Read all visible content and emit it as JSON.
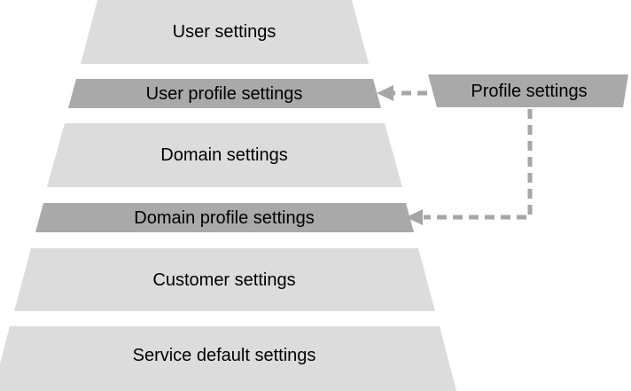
{
  "diagram": {
    "type": "layered-pyramid",
    "layers": [
      {
        "label": "User settings",
        "tone": "light"
      },
      {
        "label": "User profile settings",
        "tone": "dark"
      },
      {
        "label": "Domain settings",
        "tone": "light"
      },
      {
        "label": "Domain profile settings",
        "tone": "dark"
      },
      {
        "label": "Customer settings",
        "tone": "light"
      },
      {
        "label": "Service default settings",
        "tone": "light"
      }
    ],
    "side_box": {
      "label": "Profile settings"
    },
    "arrows": [
      {
        "from": "Profile settings",
        "to": "User profile settings",
        "style": "dashed"
      },
      {
        "from": "Profile settings",
        "to": "Domain profile settings",
        "style": "dashed"
      }
    ],
    "colors": {
      "layer_light": "#DCDCDC",
      "layer_dark": "#A9A9A9",
      "box_fill": "#A9A9A9",
      "arrow": "#A6A6A6",
      "text": "#000000",
      "background": "#FFFFFF"
    }
  }
}
